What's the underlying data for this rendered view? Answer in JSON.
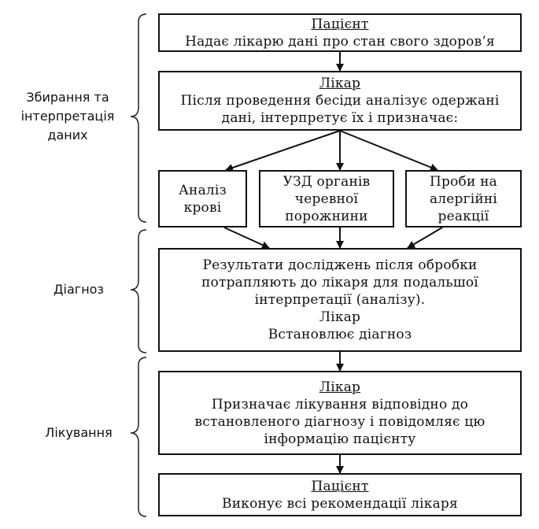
{
  "phases": {
    "collect": [
      "Збирання та",
      "інтерпретація",
      "даних"
    ],
    "diagnosis": "Діагноз",
    "treatment": "Лікування"
  },
  "boxes": {
    "patient_top": {
      "role": "Пацієнт",
      "text": "Надає лікарю дані про стан свого здоров’я"
    },
    "doctor_interpret": {
      "role": "Лікар",
      "text": [
        "Після проведення бесіди аналізує одержані",
        "дані, інтерпретує їх і призначає:"
      ]
    },
    "blood_test": [
      "Аналіз",
      "крові"
    ],
    "ultrasound": [
      "УЗД органів",
      "черевної",
      "порожнини"
    ],
    "allergy_tests": [
      "Проби на",
      "алергійні",
      "реакції"
    ],
    "results": {
      "text": [
        "Результати досліджень після обробки",
        "потрапляють до лікаря для подальшої",
        "інтерпретації (аналізу)."
      ],
      "role": "Лікар",
      "action": "Встановлює діагноз"
    },
    "doctor_treat": {
      "role": "Лікар",
      "text": [
        "Призначає лікування відповідно до",
        "встановленого діагнозу і повідомляє цю",
        "інформацію пацієнту"
      ]
    },
    "patient_bottom": {
      "role": "Пацієнт",
      "text": "Виконує всі рекомендації лікаря"
    }
  }
}
